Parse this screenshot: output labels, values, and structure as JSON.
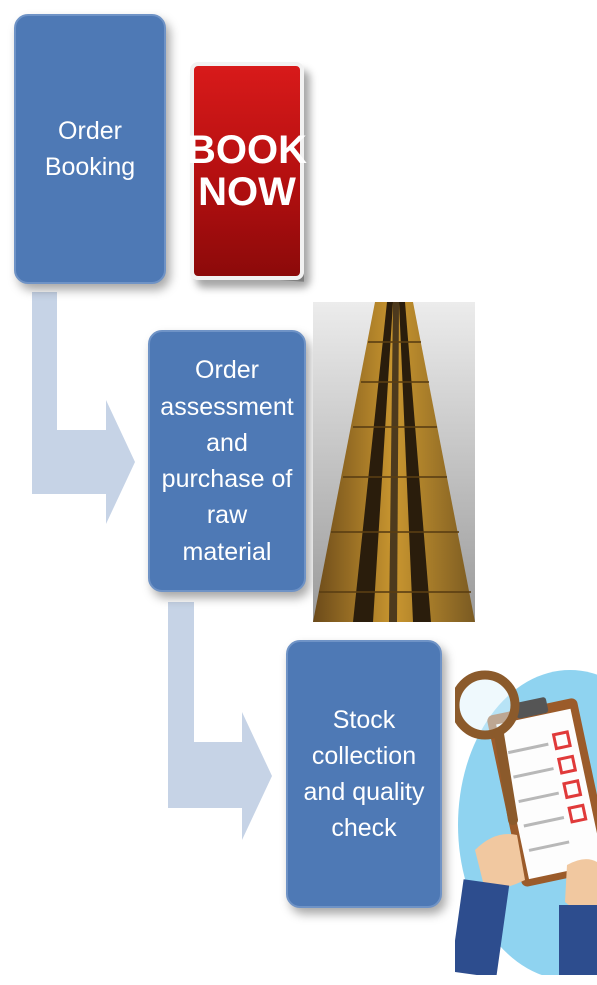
{
  "steps": [
    {
      "label": "Order Booking"
    },
    {
      "label": "Order assessment and purchase of raw material"
    },
    {
      "label": "Stock collection and quality check"
    }
  ],
  "book_sign": {
    "line1": "BOOK",
    "line2": "NOW"
  },
  "icons": [
    "book-now-sign",
    "gold-bars-photo",
    "magnifier-checklist-illustration"
  ],
  "colors": {
    "step_fill": "#4e79b5",
    "arrow_fill": "#c6d3e6",
    "sign_red": "#c8161a"
  }
}
